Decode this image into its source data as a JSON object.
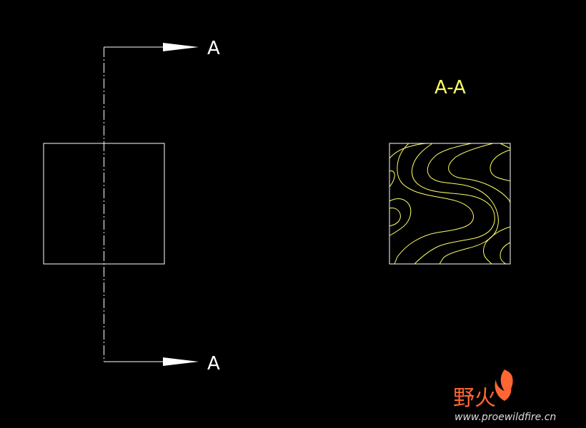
{
  "drawing": {
    "background_color": "#000000",
    "line_color": "#ffffff",
    "section_color": "#ffff66",
    "section_line": {
      "top_label": "A",
      "bottom_label": "A"
    },
    "section_view": {
      "title": "A-A"
    }
  },
  "watermark": {
    "logo_text": "野火",
    "url": "www.proewildfire.cn",
    "color": "#ff6633",
    "flame_icon": "flame-icon"
  }
}
